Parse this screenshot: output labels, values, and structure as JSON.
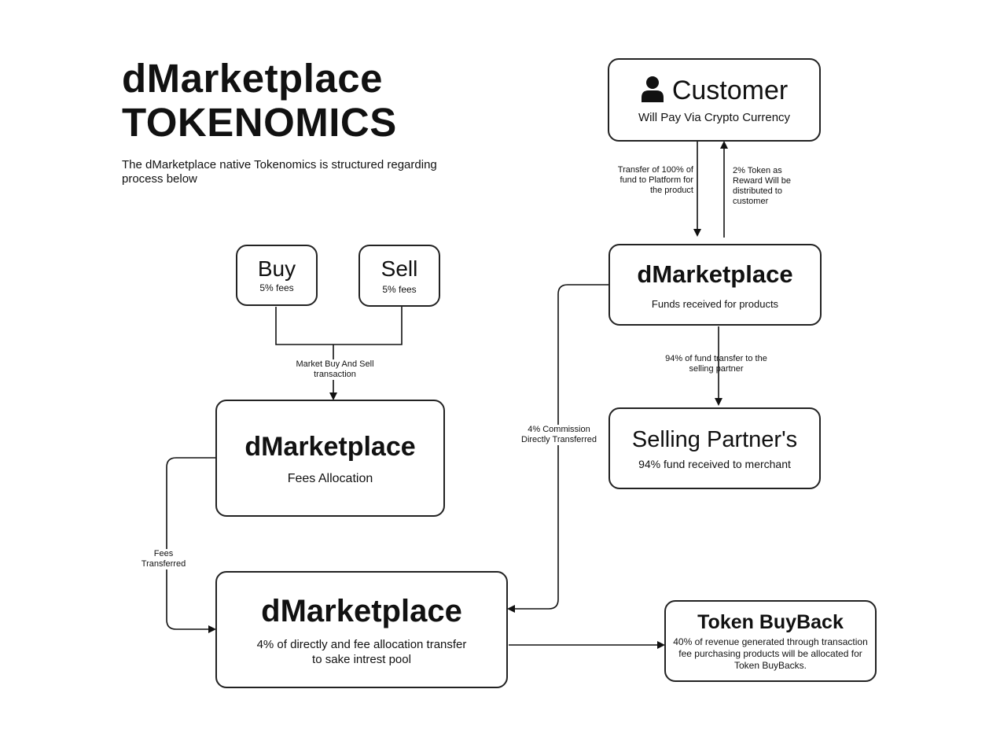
{
  "header": {
    "title_line1": "dMarketplace",
    "title_line2": "TOKENOMICS",
    "subtitle": "The dMarketplace native Tokenomics is structured regarding process below"
  },
  "customer": {
    "title": "Customer",
    "subtitle": "Will Pay Via Crypto Currency",
    "icon": "person-icon"
  },
  "flow_labels": {
    "transfer_to_platform": "Transfer of 100% of fund to Platform for the product",
    "token_reward": "2% Token as Reward Will be distributed to customer",
    "fund_to_partner": "94% of fund transfer to the selling partner",
    "commission": "4% Commission Directly Transferred",
    "market_transaction": "Market Buy And Sell transaction",
    "fees_transferred": "Fees Transferred"
  },
  "platform": {
    "title": "dMarketplace",
    "subtitle": "Funds received for products"
  },
  "selling_partner": {
    "title": "Selling Partner's",
    "subtitle": "94% fund received to merchant"
  },
  "buy": {
    "title": "Buy",
    "fees": "5% fees"
  },
  "sell": {
    "title": "Sell",
    "fees": "5% fees"
  },
  "fees_allocation": {
    "title": "dMarketplace",
    "subtitle": "Fees Allocation"
  },
  "stake_pool": {
    "title": "dMarketplace",
    "subtitle": "4% of directly and fee allocation transfer to sake intrest pool"
  },
  "buyback": {
    "title": "Token BuyBack",
    "subtitle": "40% of revenue generated through transaction fee purchasing products will be allocated for Token BuyBacks."
  }
}
